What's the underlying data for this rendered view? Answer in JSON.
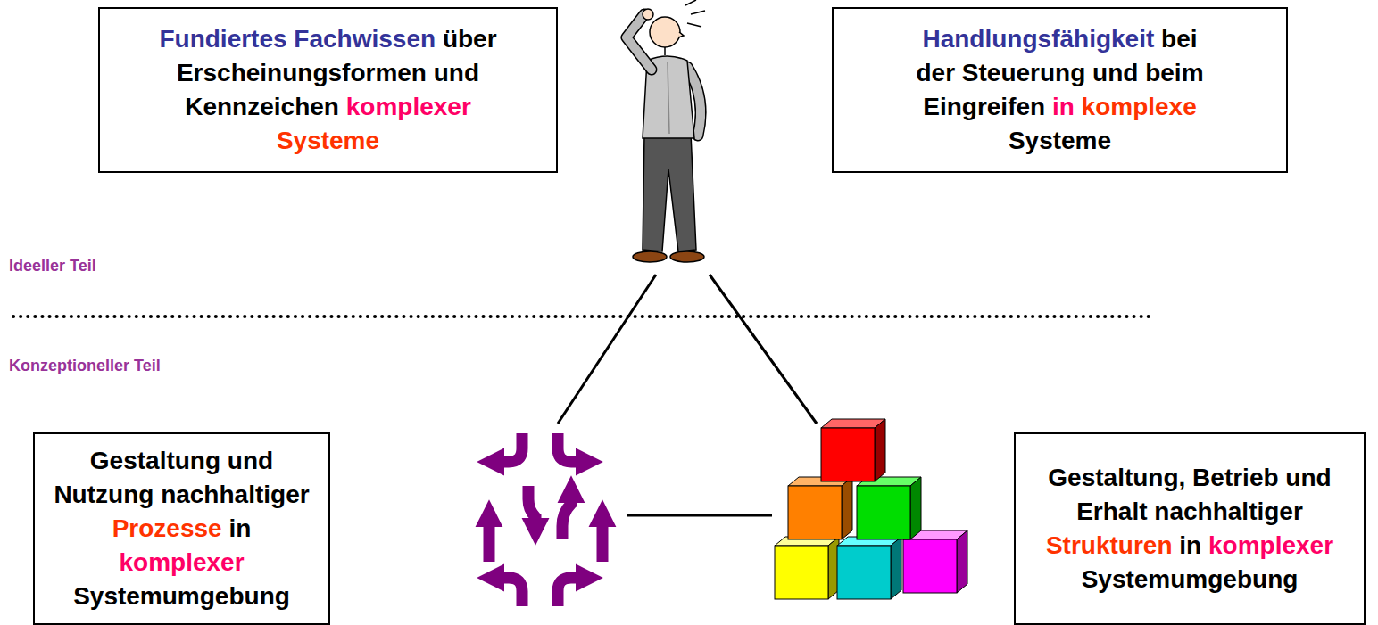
{
  "diagram": {
    "nodes": [
      {
        "text": [
          "Fundiertes Fachwissen über Erscheinungsformen und Kennzeichen komplexer Systeme"
        ]
      },
      {
        "text": [
          "Handlungsfähigkeit bei der Steuerung und beim Eingreifen in komplexe Systeme"
        ]
      },
      {
        "text": [
          "Gestaltung und Nutzung nachhaltiger Prozesse in komplexer Systemumgebung"
        ]
      },
      {
        "text": [
          "Gestaltung, Betrieb und Erhalt nachhaltiger Strukturen in komplexer Systemumgebung"
        ]
      }
    ],
    "labels": [
      "Ideeller Teil",
      "Konzeptioneller Teil"
    ]
  }
}
